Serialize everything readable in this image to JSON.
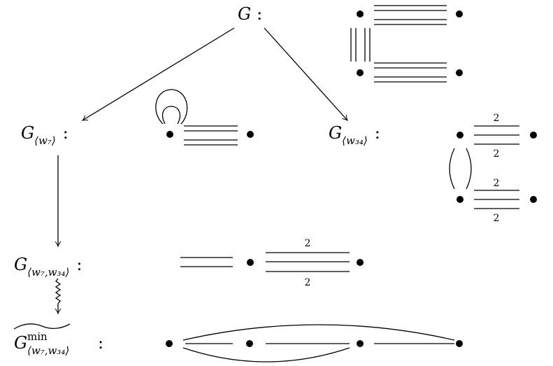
{
  "nodes": {
    "g": {
      "main": "G",
      "sub": "",
      "sup": "",
      "colon": ":"
    },
    "g_w7": {
      "main": "G",
      "sub": "⟨w₇⟩",
      "sup": "",
      "colon": ":"
    },
    "g_w34": {
      "main": "G",
      "sub": "⟨w₃₄⟩",
      "sup": "",
      "colon": ":"
    },
    "g_w7_w34": {
      "main": "G",
      "sub": "⟨w₇,w₃₄⟩",
      "sup": "",
      "colon": ":"
    },
    "g_min": {
      "main": "G",
      "sub": "⟨w₇,w₃₄⟩",
      "sup": "min",
      "colon": ":"
    }
  },
  "edge_labels": {
    "w34_top_upper": "2",
    "w34_top_lower": "2",
    "w34_bot_upper": "2",
    "w34_bot_lower": "2",
    "w7w34_upper": "2",
    "w7w34_lower": "2"
  }
}
